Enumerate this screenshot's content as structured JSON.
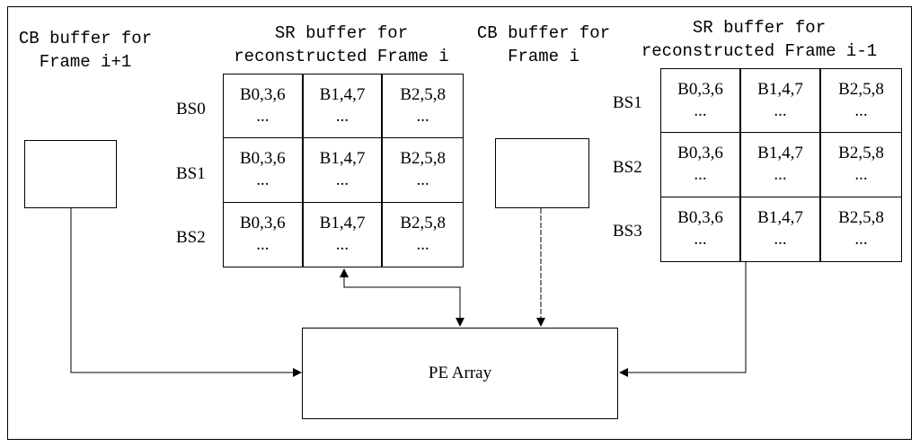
{
  "labels": {
    "cb_next": [
      "CB buffer for",
      "Frame i+1"
    ],
    "sr_current": [
      "SR buffer for",
      "reconstructed Frame i"
    ],
    "cb_current": [
      "CB buffer for",
      "Frame i"
    ],
    "sr_prev": [
      "SR buffer for",
      "reconstructed Frame i-1"
    ]
  },
  "sr_current_grid": {
    "row_labels": [
      "BS0",
      "BS1",
      "BS2"
    ],
    "rows": [
      [
        "B0,3,6",
        "B1,4,7",
        "B2,5,8"
      ],
      [
        "B0,3,6",
        "B1,4,7",
        "B2,5,8"
      ],
      [
        "B0,3,6",
        "B1,4,7",
        "B2,5,8"
      ]
    ],
    "ellipsis": "..."
  },
  "sr_prev_grid": {
    "row_labels": [
      "BS1",
      "BS2",
      "BS3"
    ],
    "rows": [
      [
        "B0,3,6",
        "B1,4,7",
        "B2,5,8"
      ],
      [
        "B0,3,6",
        "B1,4,7",
        "B2,5,8"
      ],
      [
        "B0,3,6",
        "B1,4,7",
        "B2,5,8"
      ]
    ],
    "ellipsis": "..."
  },
  "pe_array": {
    "label": "PE Array"
  }
}
